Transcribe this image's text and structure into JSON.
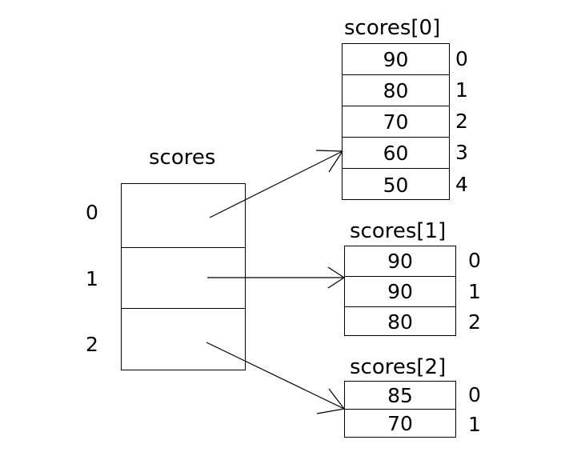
{
  "diagram": {
    "title_main": "scores",
    "main_array": {
      "name": "scores",
      "indices": [
        "0",
        "1",
        "2"
      ],
      "cells": [
        "",
        "",
        ""
      ]
    },
    "sub_arrays": [
      {
        "title": "scores[0]",
        "values": [
          "90",
          "80",
          "70",
          "60",
          "50"
        ],
        "indices": [
          "0",
          "1",
          "2",
          "3",
          "4"
        ]
      },
      {
        "title": "scores[1]",
        "values": [
          "90",
          "90",
          "80"
        ],
        "indices": [
          "0",
          "1",
          "2"
        ]
      },
      {
        "title": "scores[2]",
        "values": [
          "85",
          "70"
        ],
        "indices": [
          "0",
          "1"
        ]
      }
    ],
    "colors": {
      "background": "#ffffff",
      "stroke": "#000000",
      "text": "#000000"
    }
  }
}
